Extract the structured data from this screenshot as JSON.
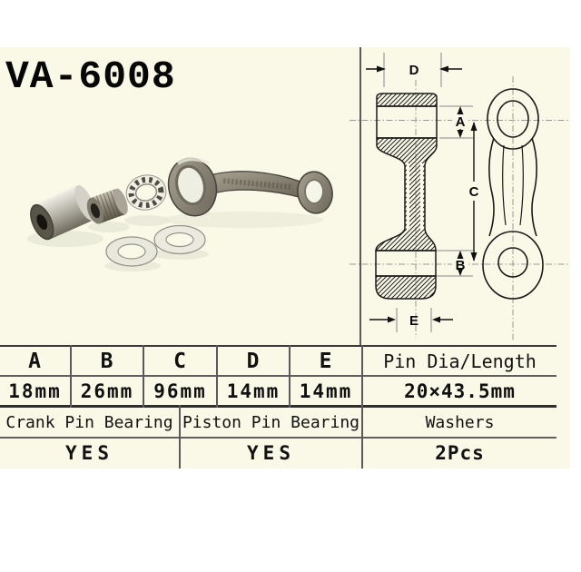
{
  "title": "VA-6008",
  "colors": {
    "panel_bg": "#faf9e7",
    "table_line": "#4a4a4a",
    "text": "#111111"
  },
  "photo": {
    "parts": [
      "crank-pin",
      "needle-bearing",
      "bearing-cage",
      "connecting-rod",
      "thrust-washer",
      "thrust-washer"
    ]
  },
  "diagram": {
    "labels": {
      "d": "D",
      "a": "A",
      "c": "C",
      "b": "B",
      "e": "E"
    }
  },
  "table": {
    "dim_headers": [
      "A",
      "B",
      "C",
      "D",
      "E"
    ],
    "dim_values": [
      "18mm",
      "26mm",
      "96mm",
      "14mm",
      "14mm"
    ],
    "pin_header": "Pin Dia/Length",
    "pin_value": "20×43.5mm",
    "sections": [
      {
        "label": "Crank Pin Bearing",
        "value": "YES"
      },
      {
        "label": "Piston Pin Bearing",
        "value": "YES"
      },
      {
        "label": "Washers",
        "value": "2Pcs"
      }
    ]
  }
}
